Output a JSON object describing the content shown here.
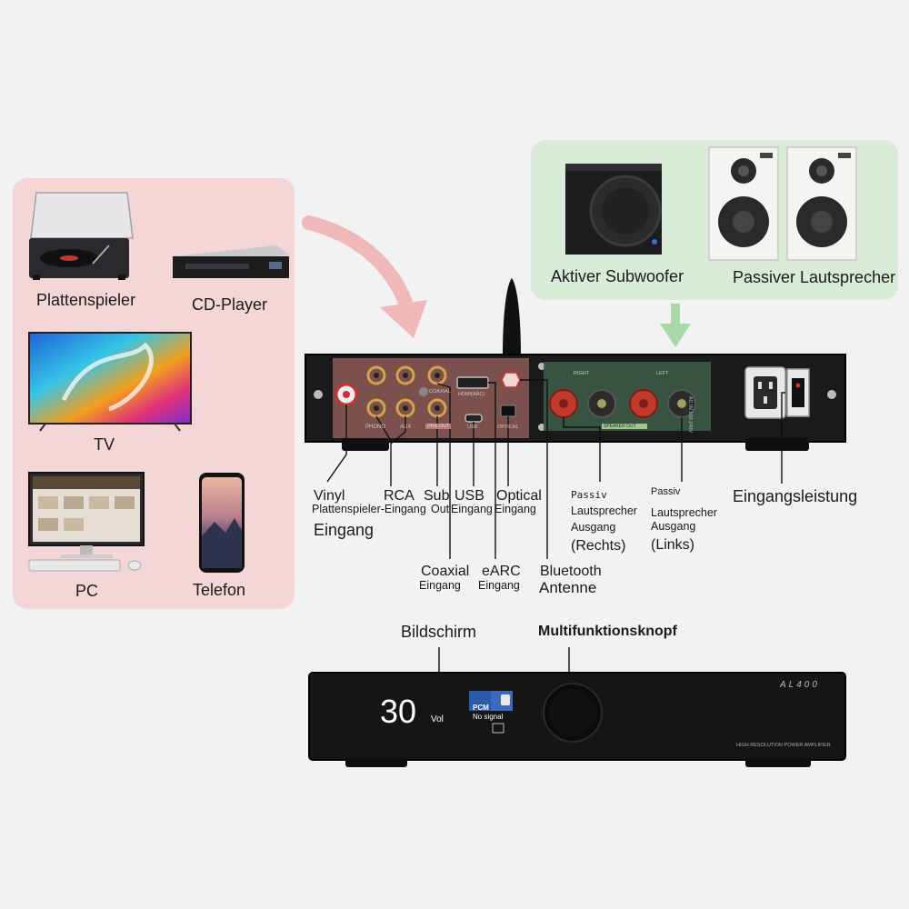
{
  "sources": {
    "turntable": "Plattenspieler",
    "cd_player": "CD-Player",
    "tv": "TV",
    "pc": "PC",
    "phone": "Telefon"
  },
  "speakers": {
    "subwoofer": "Aktiver Subwoofer",
    "passive": "Passiver Lautsprecher"
  },
  "rear_panel": {
    "silk": {
      "phono": "PHONO",
      "aux": "AUX",
      "coaxial": "COAXIAL",
      "pre_out": "PRE OUT",
      "hdmi": "HDMI(ARC)",
      "usb": "USB",
      "optical": "OPTICAL",
      "right": "RIGHT",
      "left": "LEFT",
      "speaker_out": "SPEAKER OUT",
      "ac": "AC IN 100-240V"
    }
  },
  "callouts": {
    "vinyl": "Vinyl",
    "vinyl_sub": "Plattenspieler-Eingang",
    "vinyl_sub2": "Eingang",
    "rca": "RCA",
    "sub_out": "Sub",
    "sub_out_sub": "Out",
    "usb": "USB",
    "usb_sub": "Eingang",
    "optical": "Optical",
    "optical_sub": "Eingang",
    "coaxial": "Coaxial",
    "coaxial_sub": "Eingang",
    "earc": "eARC",
    "earc_sub": "Eingang",
    "bluetooth": "Bluetooth",
    "bluetooth_sub": "Antenne",
    "passiv_r_1": "Passiv",
    "passiv_r_2": "Lautsprecher",
    "passiv_r_3": "Ausgang",
    "passiv_r_4": "(Rechts)",
    "passiv_l_1": "Passiv",
    "passiv_l_2": "Lautsprecher",
    "passiv_l_3": "Ausgang",
    "passiv_l_4": "(Links)",
    "power": "Eingangsleistung",
    "display": "Bildschirm",
    "knob": "Multifunktionsknopf"
  },
  "front_panel": {
    "volume": "30",
    "vol_label": "Vol",
    "pcm": "PCM",
    "no_signal": "No signal",
    "brand": "AL400",
    "subtitle": "HIGH RESOLUTION POWER AMPLIFIER"
  },
  "colors": {
    "sources_panel": "#f5d6d6",
    "speakers_panel": "#d8ecd8",
    "arrow": "#f0b8b8",
    "arrow_green": "#a9d8a9",
    "terminal_red": "#c0392b",
    "amp_body": "#151515"
  }
}
